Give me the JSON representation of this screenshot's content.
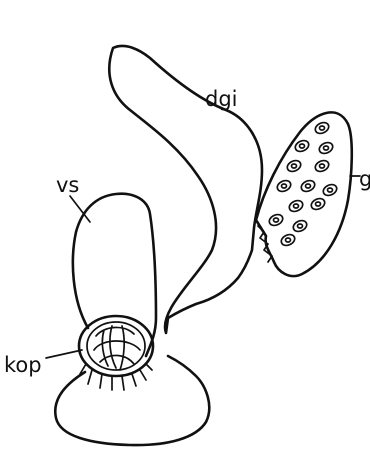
{
  "figure": {
    "labels": {
      "dgi": "dgi",
      "vs": "vs",
      "kop": "kop",
      "g": "g"
    },
    "colors": {
      "ink": "#111111",
      "background": "#ffffff"
    }
  }
}
